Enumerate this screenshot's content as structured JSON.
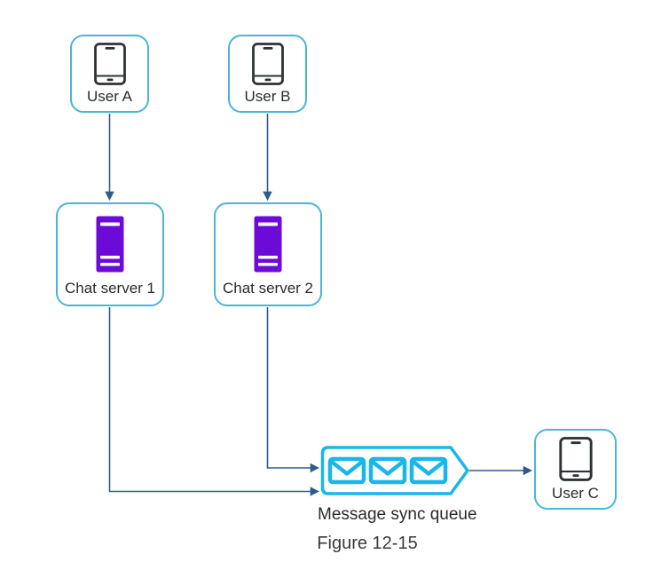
{
  "nodes": {
    "user_a": {
      "label": "User A",
      "icon": "smartphone-icon"
    },
    "user_b": {
      "label": "User B",
      "icon": "smartphone-icon"
    },
    "chat_server_1": {
      "label": "Chat server 1",
      "icon": "server-icon"
    },
    "chat_server_2": {
      "label": "Chat server 2",
      "icon": "server-icon"
    },
    "queue": {
      "label": "Message sync queue",
      "icon": "envelope-icon",
      "envelope_count": 3
    },
    "user_c": {
      "label": "User C",
      "icon": "smartphone-icon"
    }
  },
  "edges": [
    {
      "from": "user_a",
      "to": "chat_server_1"
    },
    {
      "from": "user_b",
      "to": "chat_server_2"
    },
    {
      "from": "chat_server_1",
      "to": "queue"
    },
    {
      "from": "chat_server_2",
      "to": "queue"
    },
    {
      "from": "queue",
      "to": "user_c"
    }
  ],
  "caption": {
    "text": "Figure 12-15"
  },
  "colors": {
    "background": "#ffffff",
    "node_border": "#49b6d6",
    "queue_accent": "#18b6ec",
    "server_fill": "#6c0ad8",
    "arrow": "#2e5b8c",
    "icon_dark": "#2d3335",
    "text": "#2b2b2b",
    "caption_text": "#3a3a3a"
  }
}
